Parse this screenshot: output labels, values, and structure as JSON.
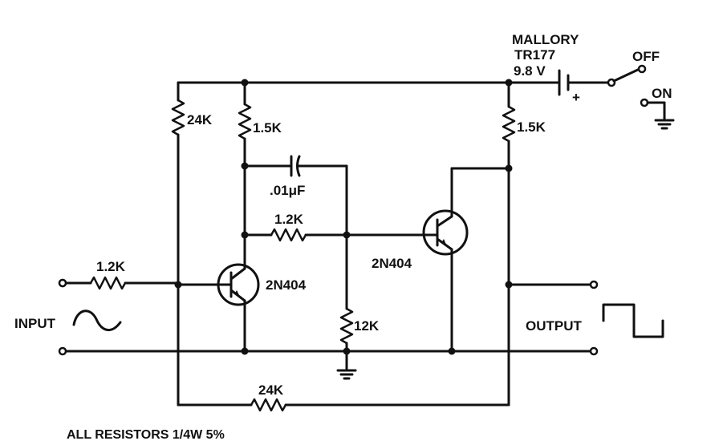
{
  "battery": {
    "maker": "MALLORY",
    "model": "TR177",
    "voltage": "9.8 V",
    "polarity": "+"
  },
  "switch": {
    "off_label": "OFF",
    "on_label": "ON"
  },
  "components": {
    "r_top_left": "24K",
    "r_collector_1": "1.5K",
    "r_collector_2": "1.5K",
    "capacitor": ".01μF",
    "r_base_2": "1.2K",
    "r_input": "1.2K",
    "r_emitter": "12K",
    "r_feedback": "24K",
    "transistor_1": "2N404",
    "transistor_2": "2N404"
  },
  "io": {
    "input_label": "INPUT",
    "output_label": "OUTPUT"
  },
  "note": "ALL RESISTORS 1/4W 5%"
}
